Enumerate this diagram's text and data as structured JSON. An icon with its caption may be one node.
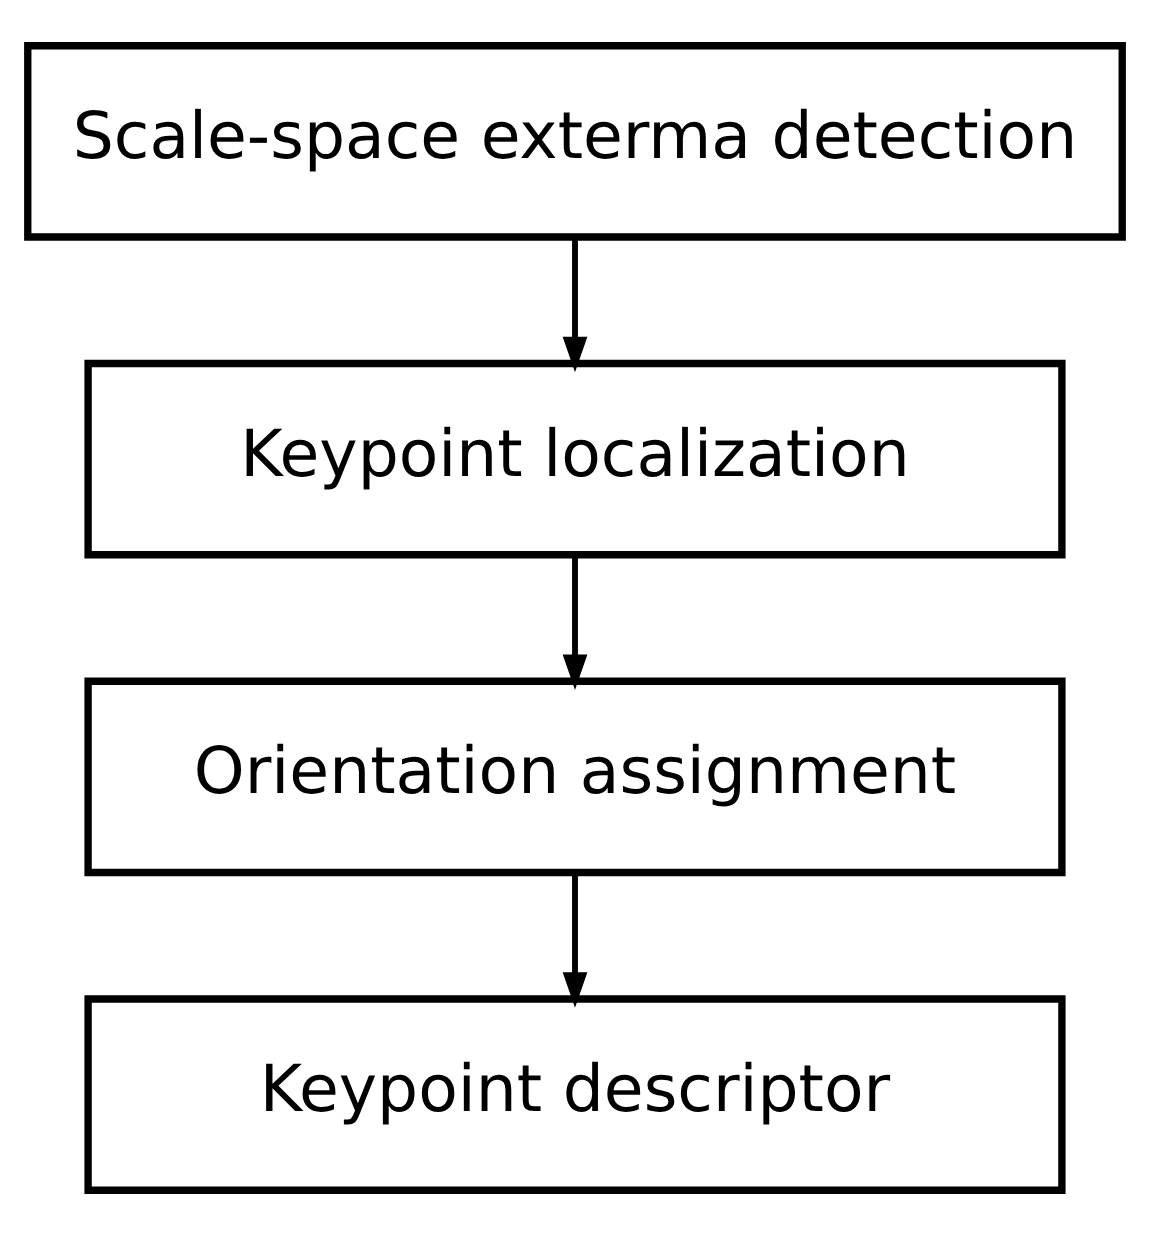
{
  "diagram": {
    "nodes": [
      {
        "text": [
          "Scale-space exterma detection"
        ]
      },
      {
        "text": [
          "Keypoint localization"
        ]
      },
      {
        "text": [
          "Orientation assignment"
        ]
      },
      {
        "text": [
          "Keypoint descriptor"
        ]
      }
    ],
    "edges": [
      {
        "from": 0,
        "to": 1,
        "arrow": "to"
      },
      {
        "from": 1,
        "to": 2,
        "arrow": "to"
      },
      {
        "from": 2,
        "to": 3,
        "arrow": "to"
      }
    ]
  }
}
